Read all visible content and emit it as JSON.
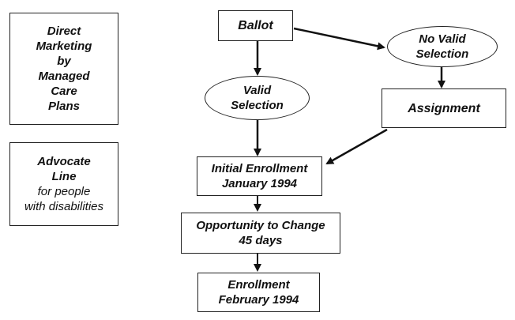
{
  "left_panel": {
    "direct_marketing": [
      "Direct",
      "Marketing",
      "by",
      "Managed",
      "Care",
      "Plans"
    ],
    "advocate_title": [
      "Advocate",
      "Line"
    ],
    "advocate_sub": [
      "for people",
      "with disabilities"
    ]
  },
  "flow": {
    "ballot": "Ballot",
    "no_valid_selection": [
      "No Valid",
      "Selection"
    ],
    "valid_selection": [
      "Valid",
      "Selection"
    ],
    "assignment": "Assignment",
    "initial_enrollment": [
      "Initial Enrollment",
      "January 1994"
    ],
    "opportunity": [
      "Opportunity to Change",
      "45 days"
    ],
    "enrollment": [
      "Enrollment",
      "February 1994"
    ]
  }
}
